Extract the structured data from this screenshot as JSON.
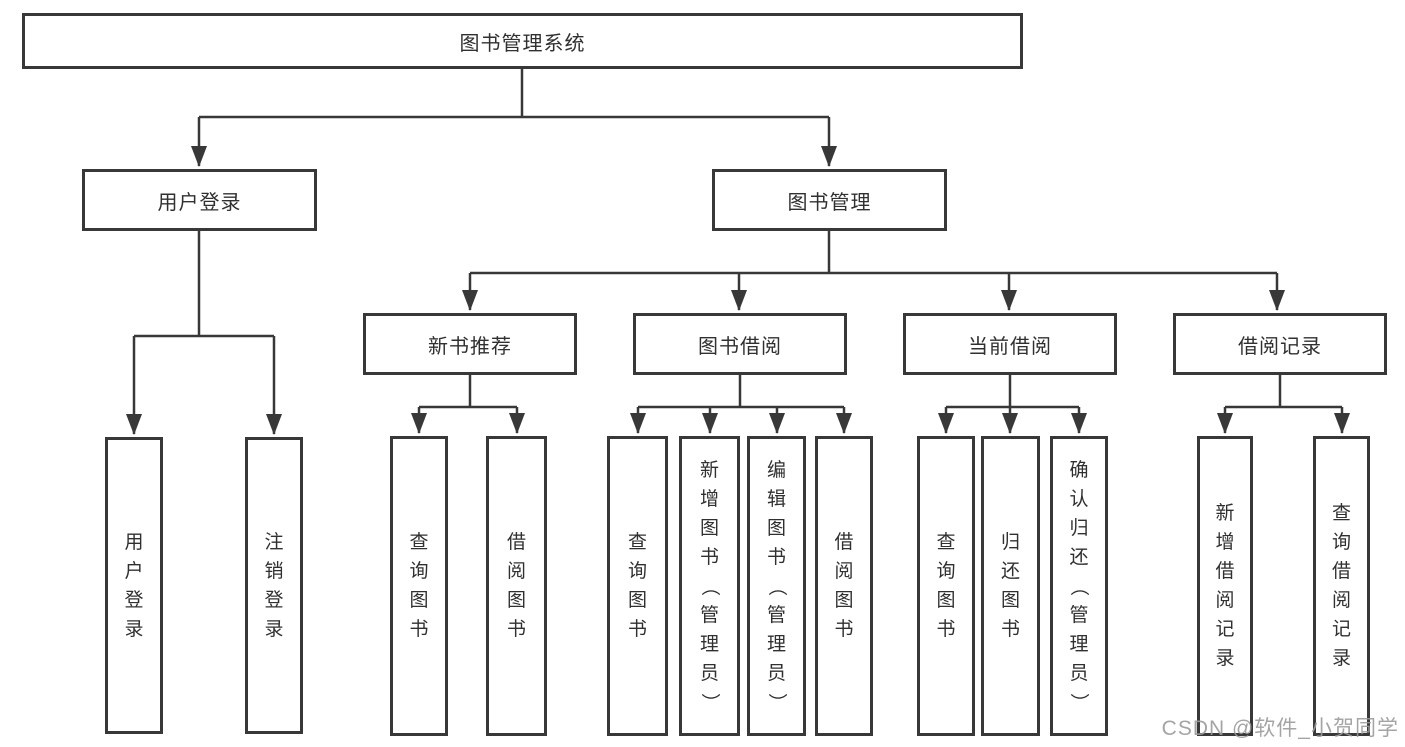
{
  "diagram": {
    "root": "图书管理系统",
    "level2": {
      "user_login": "用户登录",
      "book_mgmt": "图书管理"
    },
    "level3": {
      "new_book": "新书推荐",
      "book_borrow": "图书借阅",
      "current_borrow": "当前借阅",
      "borrow_records": "借阅记录"
    },
    "leaves": {
      "user_login": "用户登录",
      "logout": "注销登录",
      "nb_query": "查询图书",
      "nb_borrow": "借阅图书",
      "bb_query": "查询图书",
      "bb_add": "新增图书（管理员）",
      "bb_edit": "编辑图书（管理员）",
      "bb_borrow": "借阅图书",
      "cb_query": "查询图书",
      "cb_return": "归还图书",
      "cb_confirm": "确认归还（管理员）",
      "br_add": "新增借阅记录",
      "br_query": "查询借阅记录"
    }
  },
  "watermark": "CSDN @软件_小贺同学",
  "colors": {
    "line": "#383838",
    "text": "#303030",
    "watermark": "#9b9b9b",
    "background": "#ffffff"
  }
}
